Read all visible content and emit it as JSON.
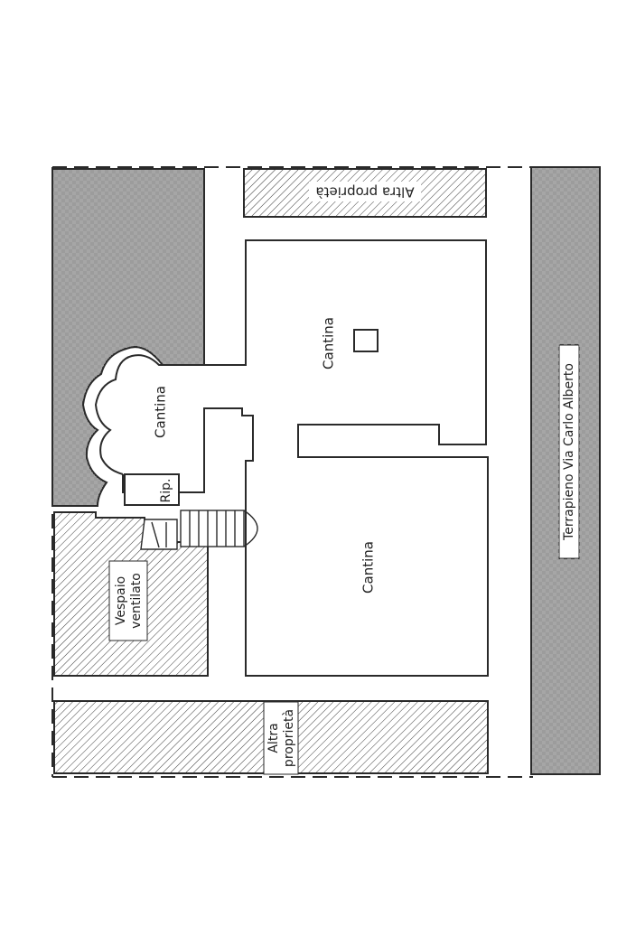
{
  "labels": {
    "altra_top": "Altra proprietà",
    "altra_bottom_1": "Altra",
    "altra_bottom_2": "proprietà",
    "cantina_main": "Cantina",
    "cantina_bay": "Cantina",
    "cantina_lower": "Cantina",
    "rip": "Rip.",
    "vespaio_1": "Vespaio",
    "vespaio_2": "ventilato",
    "terrapieno": "Terrapieno Via Carlo Alberto"
  },
  "colors": {
    "line": "#2a2a2a",
    "paper": "#ffffff"
  }
}
